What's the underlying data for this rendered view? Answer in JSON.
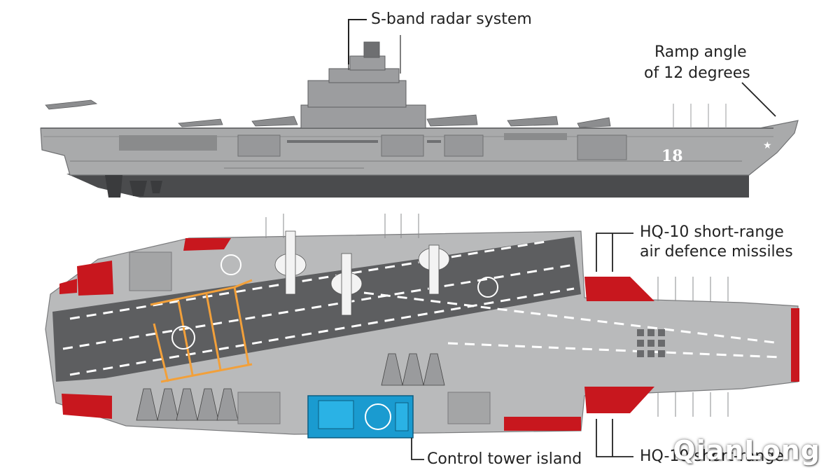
{
  "labels": {
    "radar": "S-band radar system",
    "ramp_line1": "Ramp angle",
    "ramp_line2": "of 12 degrees",
    "hq_top_line1": "HQ-10 short-range",
    "hq_top_line2": "air defence missiles",
    "hq_bottom": "HQ-10 short-range",
    "tower": "Control tower island",
    "hull_number": "18"
  },
  "watermark": "QianLong",
  "colors": {
    "hull_grey": "#a9aaab",
    "hull_dark": "#4a4b4d",
    "deck_grey": "#b9babb",
    "runway": "#5d5e60",
    "accent_red": "#c8171e",
    "island_blue": "#1a9bd0",
    "arrestor_orange": "#f2a03a"
  }
}
